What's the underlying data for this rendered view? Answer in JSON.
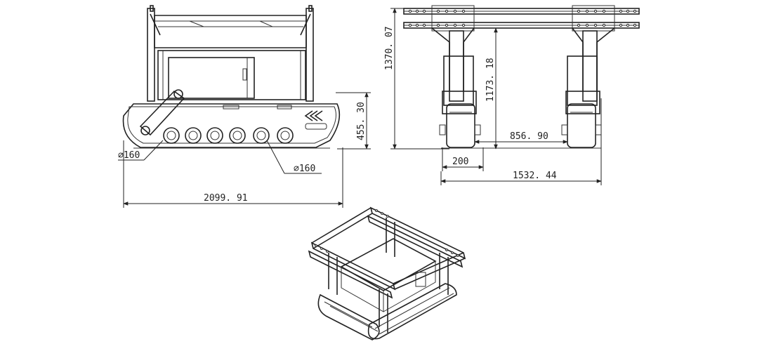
{
  "dimensions": {
    "side_view": {
      "overall_length": "2099. 91",
      "track_height": "455. 30",
      "drive_wheel_diameter": "∅160",
      "road_wheel_diameter": "∅160"
    },
    "front_view": {
      "overall_height": "1370. 07",
      "frame_height": "1173. 18",
      "track_gap": "856. 90",
      "track_width": "200",
      "overall_width": "1532. 44"
    }
  }
}
